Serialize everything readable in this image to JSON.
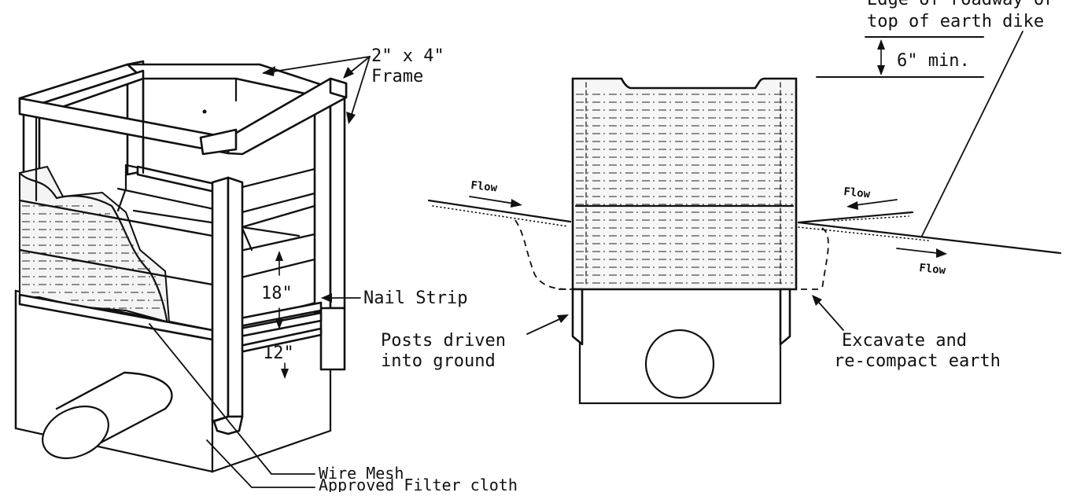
{
  "labels": {
    "frame_line1": "2\" x 4\"",
    "frame_line2": "Frame",
    "dim_18": "18\"",
    "dim_12": "12\"",
    "nail_strip": "Nail Strip",
    "posts_line1": "Posts driven",
    "posts_line2": "into ground",
    "wire_mesh": "Wire Mesh",
    "filter_cloth": "Approved Filter cloth",
    "edge_line1": "Edge of roadway or",
    "edge_line2": "top of earth dike",
    "min_6": "6\" min.",
    "flow_left": "Flow",
    "flow_right_upper": "Flow",
    "flow_right_lower": "Flow",
    "excavate_line1": "Excavate and",
    "excavate_line2": "re-compact earth"
  }
}
